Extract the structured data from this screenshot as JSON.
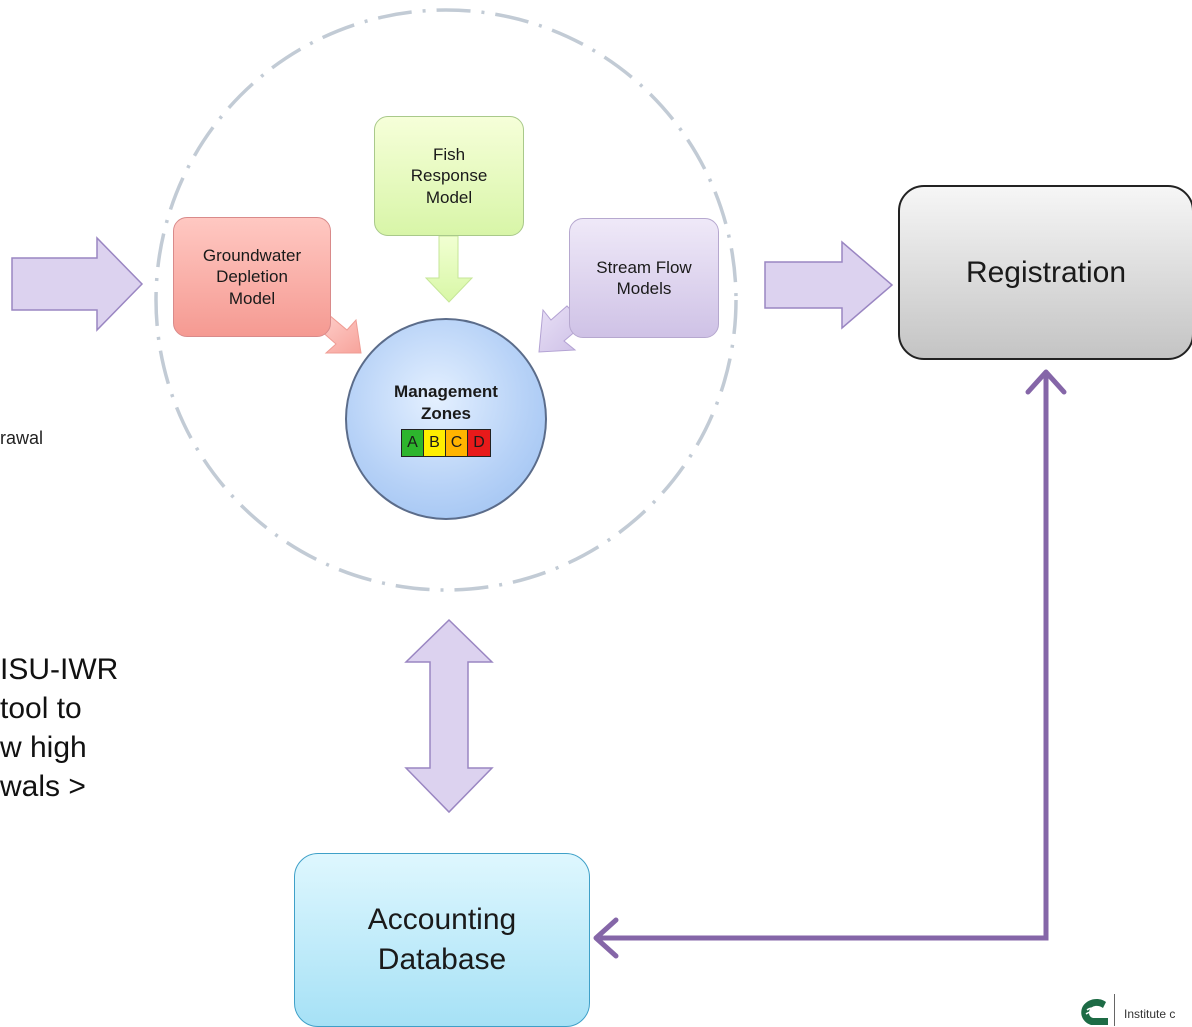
{
  "nodes": {
    "groundwater": "Groundwater Depletion Model",
    "groundwater_lines": [
      "Groundwater",
      "Depletion",
      "Model"
    ],
    "fish_lines": [
      "Fish",
      "Response",
      "Model"
    ],
    "stream_lines": [
      "Stream Flow",
      "Models"
    ],
    "management_title_lines": [
      "Management",
      "Zones"
    ],
    "registration": "Registration",
    "accounting_lines": [
      "Accounting",
      "Database"
    ]
  },
  "zones": [
    {
      "label": "A",
      "color": "#2db52d"
    },
    {
      "label": "B",
      "color": "#ffee00"
    },
    {
      "label": "C",
      "color": "#ffb400"
    },
    {
      "label": "D",
      "color": "#e81a1a"
    }
  ],
  "left_fragments": {
    "withdrawal": "rawal",
    "body_lines": [
      "ISU-IWR",
      "tool to",
      "w high",
      "wals >"
    ]
  },
  "logo": {
    "text": "Institute c",
    "colors": {
      "green": "#1d6b45"
    }
  },
  "colors": {
    "arrow_fill": "#d9ccee",
    "arrow_stroke": "#9a86c2",
    "connector": "#8566a8",
    "dash_circle": "#c2cbd5"
  }
}
